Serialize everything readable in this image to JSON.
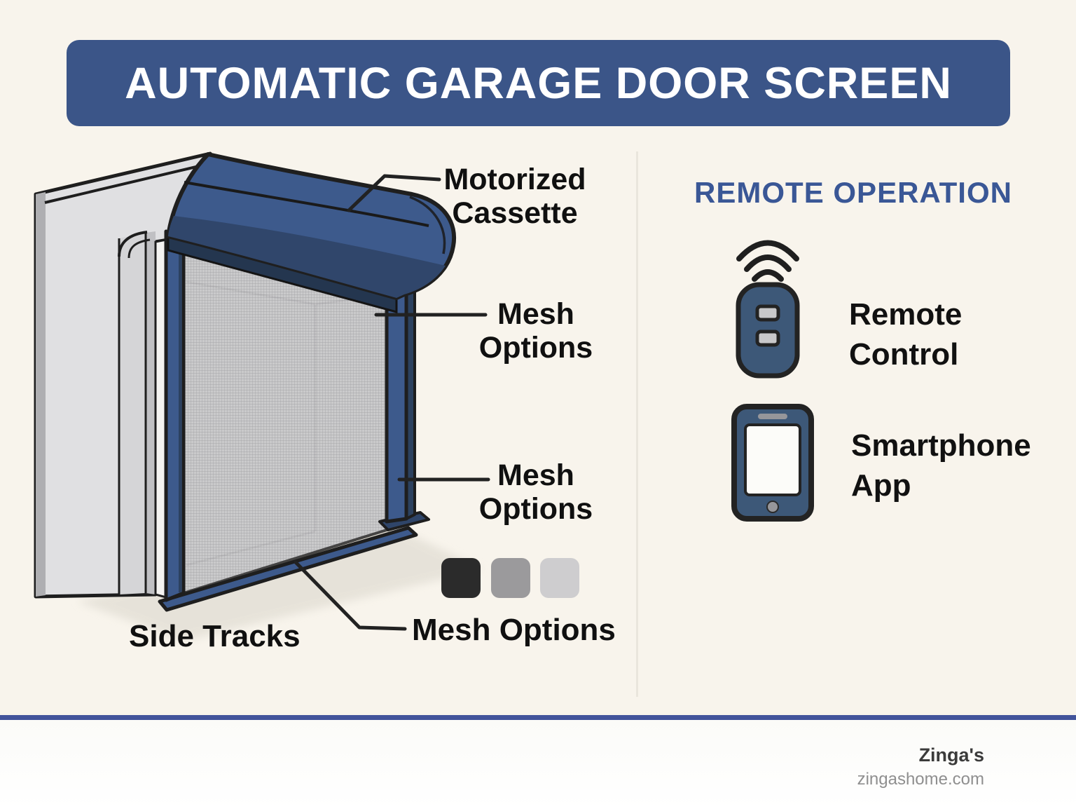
{
  "title": {
    "text": "AUTOMATIC GARAGE DOOR SCREEN"
  },
  "diagram": {
    "labels": {
      "motorized_cassette": {
        "line1": "Motorized",
        "line2": "Cassette"
      },
      "mesh_options_upper": {
        "line1": "Mesh",
        "line2": "Options"
      },
      "mesh_options_mid": {
        "line1": "Mesh",
        "line2": "Options"
      },
      "side_tracks": "Side Tracks",
      "mesh_options_bottom": "Mesh Options"
    },
    "swatches": [
      "#2B2B2B",
      "#9B9A9C",
      "#CECDCF"
    ]
  },
  "remote_section": {
    "heading": "REMOTE OPERATION",
    "items": [
      {
        "icon": "remote-control-icon",
        "line1": "Remote",
        "line2": "Control"
      },
      {
        "icon": "smartphone-icon",
        "line1": "Smartphone",
        "line2": "App"
      }
    ]
  },
  "footer": {
    "brand": "Zinga's",
    "website": "zingashome.com"
  },
  "colors": {
    "banner_blue": "#3B5588",
    "heading_blue": "#3A5796",
    "navy": "#3D5A8C",
    "navy_dark": "#30466B",
    "background_cream": "#F8F4EC",
    "footer_line_blue": "#42549B",
    "logo_blue": "#4858A4"
  }
}
